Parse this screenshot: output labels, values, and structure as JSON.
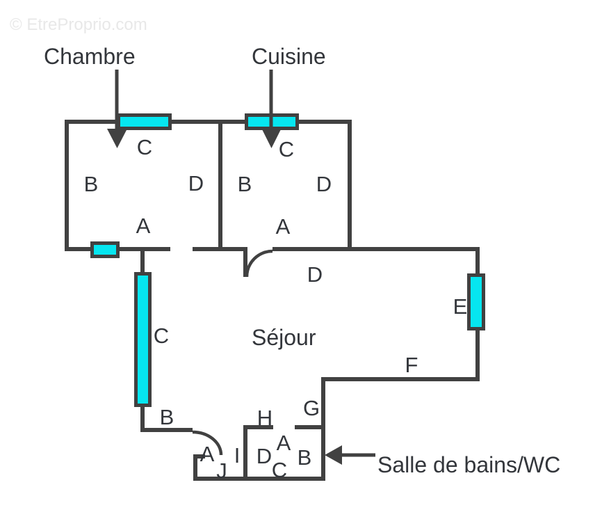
{
  "watermark": "© EtreProprio.com",
  "colors": {
    "wall": "#414141",
    "window_glass": "#06E6F0",
    "label_text": "#33363B",
    "watermark_text": "#E8E8E8"
  },
  "callouts": {
    "chambre": "Chambre",
    "cuisine": "Cuisine",
    "salle_de_bains": "Salle de bains/WC"
  },
  "rooms": {
    "sejour": "Séjour"
  },
  "wall_letters": [
    {
      "ref": "chambre_window_c",
      "char": "C"
    },
    {
      "ref": "chambre_left_b",
      "char": "B"
    },
    {
      "ref": "chambre_right_d",
      "char": "D"
    },
    {
      "ref": "chambre_bottom_a",
      "char": "A"
    },
    {
      "ref": "cuisine_window_c",
      "char": "C"
    },
    {
      "ref": "cuisine_left_b",
      "char": "B"
    },
    {
      "ref": "cuisine_right_d",
      "char": "D"
    },
    {
      "ref": "cuisine_bottom_a",
      "char": "A"
    },
    {
      "ref": "sejour_top_d",
      "char": "D"
    },
    {
      "ref": "sejour_window_c",
      "char": "C"
    },
    {
      "ref": "sejour_window_e",
      "char": "E"
    },
    {
      "ref": "sejour_bottom_f",
      "char": "F"
    },
    {
      "ref": "sejour_left_b",
      "char": "B"
    },
    {
      "ref": "bath_niche_g",
      "char": "G"
    },
    {
      "ref": "bath_top_h",
      "char": "H"
    },
    {
      "ref": "entry_a",
      "char": "A"
    },
    {
      "ref": "entry_j",
      "char": "J"
    },
    {
      "ref": "entry_i",
      "char": "I"
    },
    {
      "ref": "bath_d",
      "char": "D"
    },
    {
      "ref": "bath_a",
      "char": "A"
    },
    {
      "ref": "bath_c",
      "char": "C"
    },
    {
      "ref": "bath_b",
      "char": "B"
    }
  ]
}
